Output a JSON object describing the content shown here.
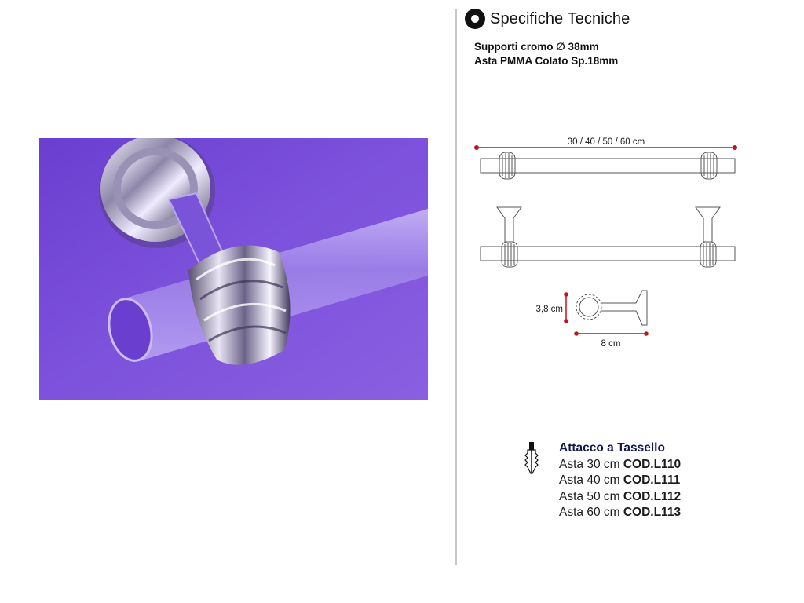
{
  "header": {
    "title": "Specifiche Tecniche"
  },
  "specs": {
    "line1": "Supporti cromo  ∅ 38mm",
    "line2": "Asta PMMA Colato Sp.18mm"
  },
  "dimensions": {
    "length_label": "30 / 40 / 50 / 60 cm",
    "height_label": "3,8 cm",
    "depth_label": "8 cm"
  },
  "colors": {
    "photo_bg": "#7b4fd6",
    "dimension_line": "#c0141a",
    "divider": "#c8c8c8",
    "heading": "#15184e"
  },
  "codes": {
    "heading": "Attacco a Tassello",
    "items": [
      {
        "label": "Asta 30 cm",
        "code": "COD.L110"
      },
      {
        "label": "Asta 40 cm",
        "code": "COD.L111"
      },
      {
        "label": "Asta 50 cm",
        "code": "COD.L112"
      },
      {
        "label": "Asta 60 cm",
        "code": "COD.L113"
      }
    ]
  },
  "icons": {
    "anchor": "wall-plug-icon",
    "title_bullet": "circle-bullet-icon"
  }
}
